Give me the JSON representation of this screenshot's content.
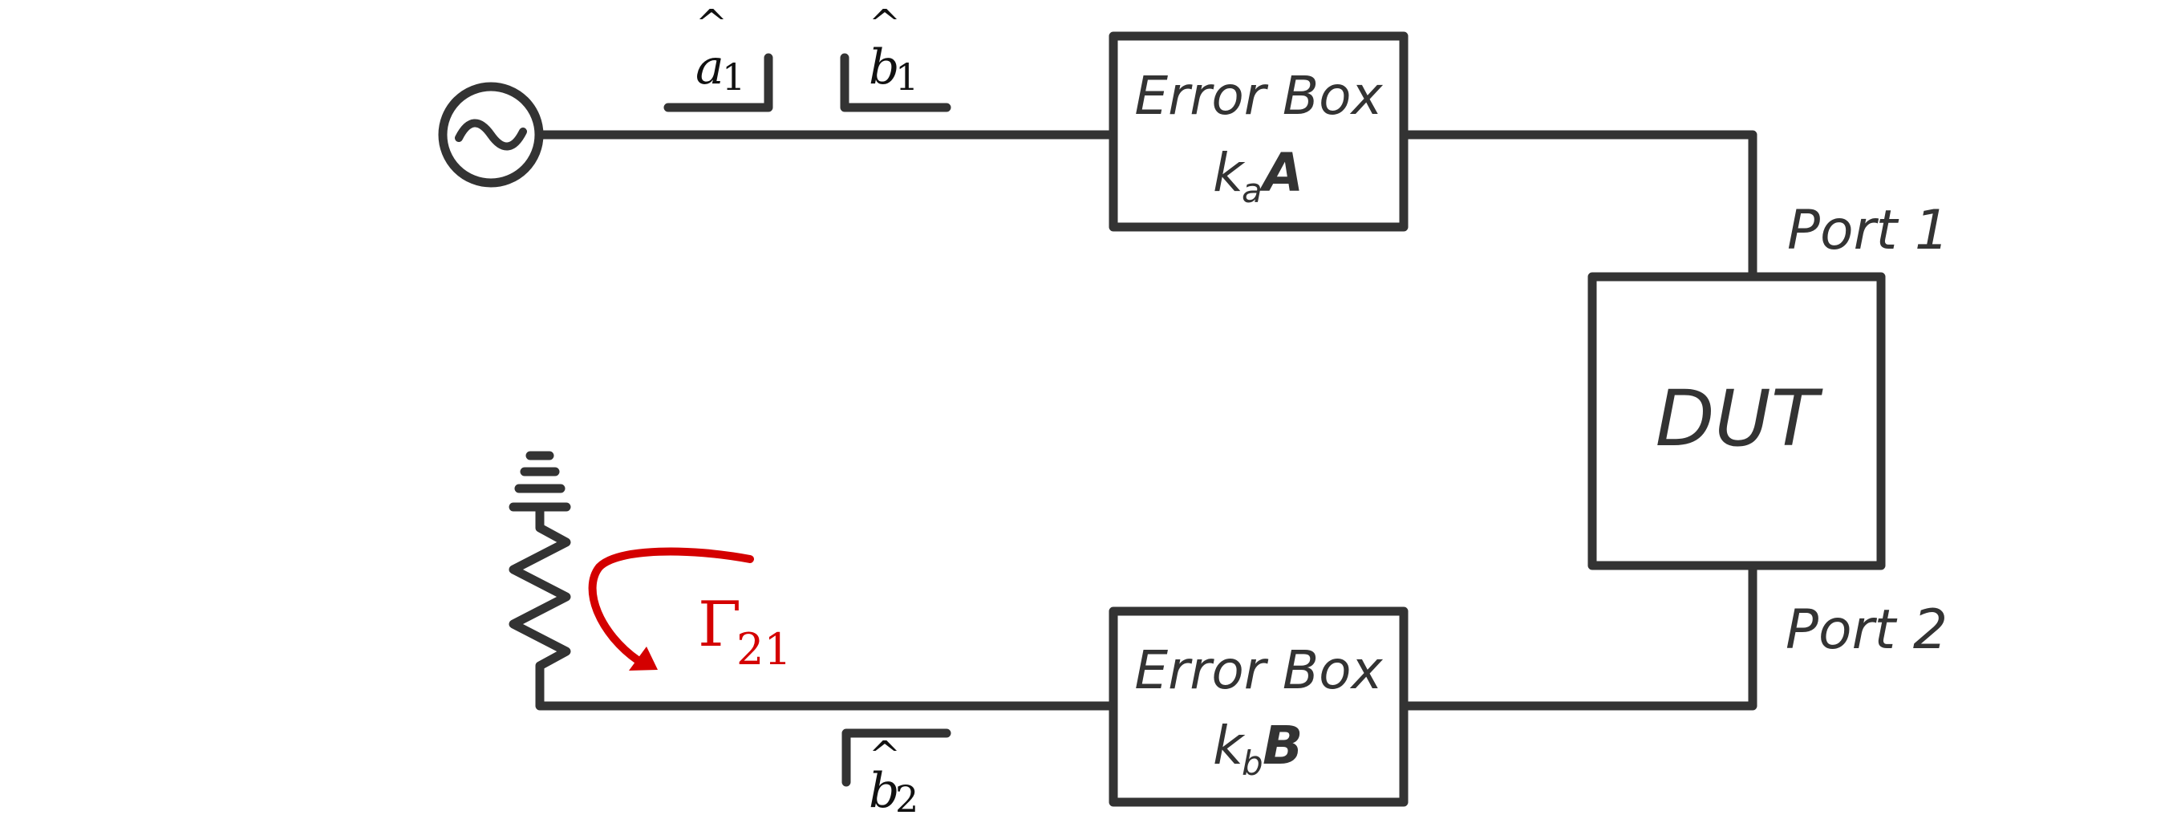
{
  "source": {
    "symbol": "~"
  },
  "wave_labels": {
    "a1": {
      "base": "a",
      "hat": "^",
      "sub": "1"
    },
    "b1": {
      "base": "b",
      "hat": "^",
      "sub": "1"
    },
    "b2": {
      "base": "b",
      "hat": "^",
      "sub": "2"
    }
  },
  "error_box_a": {
    "title": "Error Box",
    "k": "k",
    "k_sub": "a",
    "matrix": "A"
  },
  "error_box_b": {
    "title": "Error Box",
    "k": "k",
    "k_sub": "b",
    "matrix": "B"
  },
  "dut": {
    "label": "DUT"
  },
  "ports": {
    "port1": "Port 1",
    "port2": "Port 2"
  },
  "reflection": {
    "symbol": "Γ",
    "sub": "21",
    "color": "#d40000"
  },
  "colors": {
    "line": "#333333",
    "accent": "#d40000"
  }
}
